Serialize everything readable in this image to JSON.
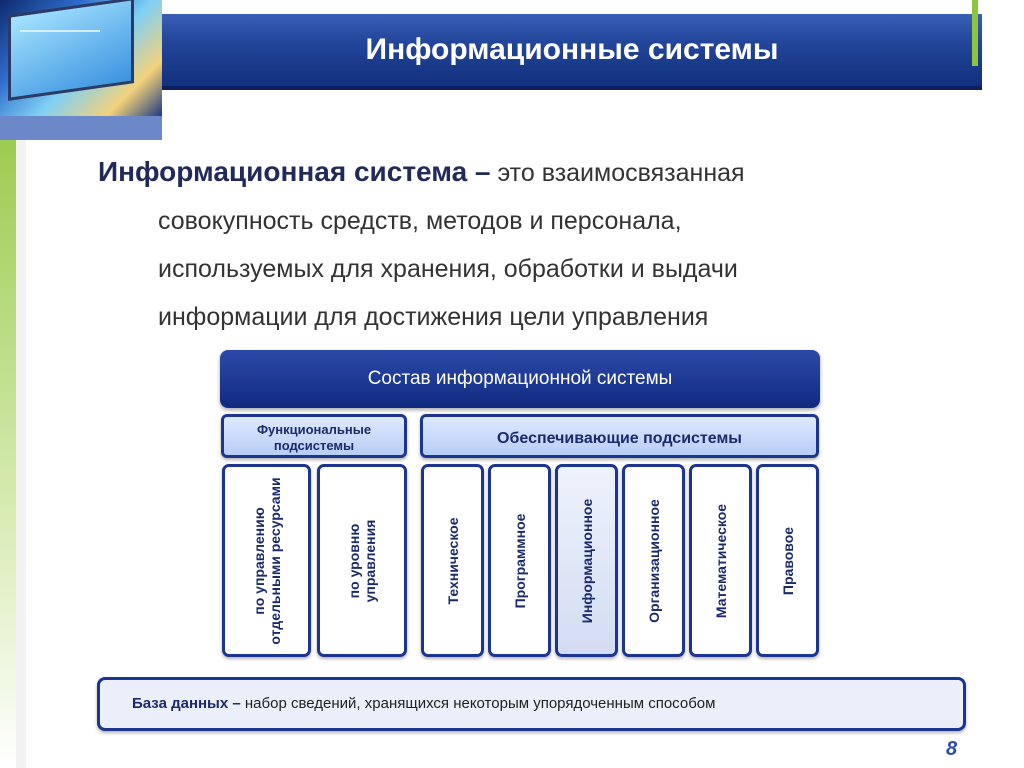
{
  "slide": {
    "title": "Информационные системы",
    "page_number": "8"
  },
  "definition": {
    "term": "Информационная система –",
    "line1": " это взаимосвязанная",
    "line2": "совокупность средств, методов и персонала,",
    "line3": "используемых для хранения, обработки и выдачи",
    "line4": "информации для достижения цели управления"
  },
  "diagram": {
    "header": "Состав информационной системы",
    "functional": "Функциональные подсистемы",
    "supporting": "Обеспечивающие подсистемы",
    "functional_items": [
      "по управлению отдельными ресурсами",
      "по уровню управления"
    ],
    "supporting_items": [
      "Техническое",
      "Программное",
      "Информационное",
      "Организационное",
      "Математическое",
      "Правовое"
    ]
  },
  "database": {
    "term": "База данных –",
    "text": " набор сведений, хранящихся некоторым упорядоченным способом"
  }
}
